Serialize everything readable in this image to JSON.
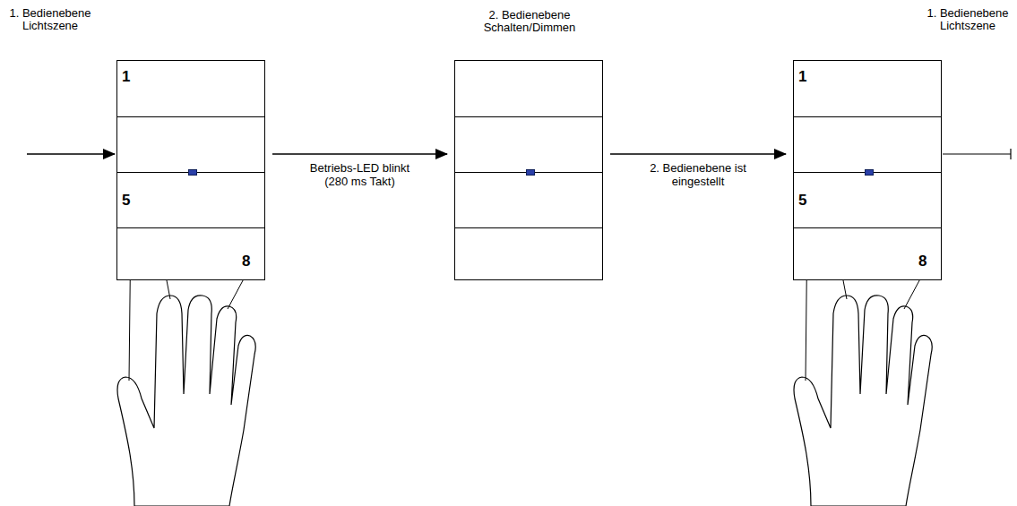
{
  "diagram": {
    "nodes": [
      {
        "text": [
          "1. Bedienebene Lichtszene"
        ]
      },
      {
        "text": [
          "2. Bedienebene Schalten/Dimmen"
        ]
      },
      {
        "text": [
          "1. Bedienebene Lichtszene"
        ]
      }
    ],
    "edges": [
      {
        "from": 0,
        "to": 1,
        "arrow": "to",
        "label": "Betriebs-LED blinkt (280 ms Takt)"
      },
      {
        "from": 1,
        "to": 2,
        "arrow": "to",
        "label": "2. Bedienebene ist eingestellt"
      }
    ],
    "labels": [
      "1",
      "5",
      "8",
      "1",
      "5",
      "8"
    ]
  }
}
